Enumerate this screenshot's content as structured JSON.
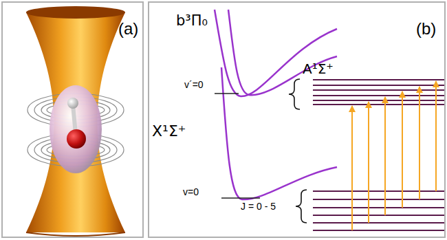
{
  "diagram": {
    "nodes": [
      {
        "text": [
          "(a)"
        ]
      },
      {
        "text": [
          "(b)"
        ]
      }
    ],
    "labels": [
      "b³Π₀",
      "A¹Σ⁺",
      "v´=0",
      "X¹Σ⁺",
      "v=0",
      "J = 0 - 5"
    ]
  }
}
